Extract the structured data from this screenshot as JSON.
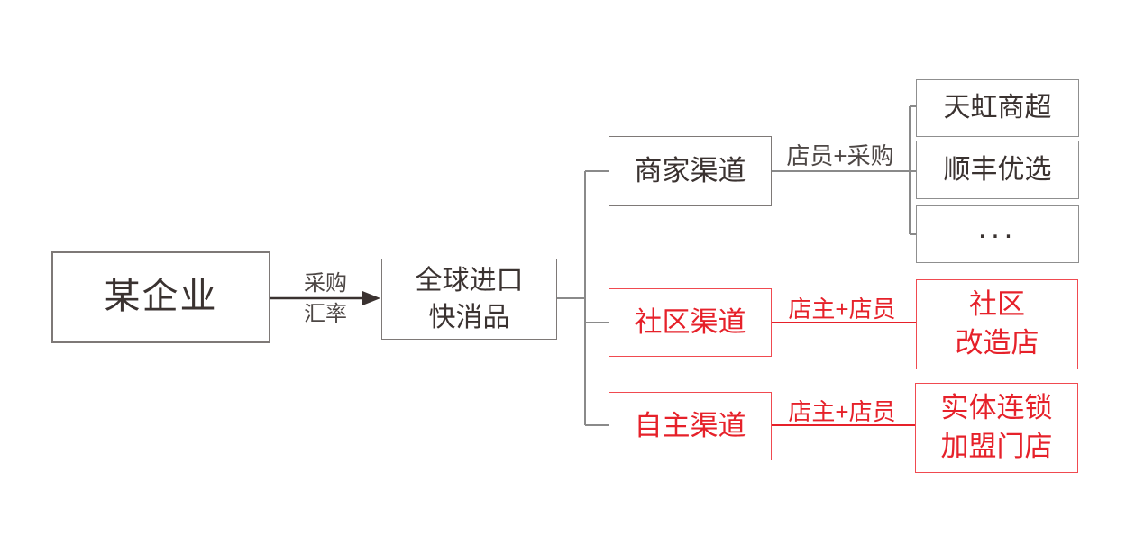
{
  "palette": {
    "dark": "#3a3230",
    "label_dark": "#4d4745",
    "gray_line": "#8a8a8a",
    "border_gray": "#7e7977",
    "red": "#e6212a",
    "red_border": "#f04a50",
    "bg": "#ffffff"
  },
  "nodes": {
    "company": {
      "label": "某企业"
    },
    "product": {
      "label": "全球进口\n快消品"
    },
    "merchant_channel": {
      "label": "商家渠道"
    },
    "community_channel": {
      "label": "社区渠道"
    },
    "independent_channel": {
      "label": "自主渠道"
    },
    "tianhong": {
      "label": "天虹商超"
    },
    "sf_select": {
      "label": "顺丰优选"
    },
    "more": {
      "label": "..."
    },
    "community_store": {
      "label": "社区\n改造店"
    },
    "franchise_store": {
      "label": "实体连锁\n加盟门店"
    }
  },
  "edges": {
    "procurement": {
      "top_label": "采购",
      "bottom_label": "汇率"
    },
    "merchant": {
      "label": "店员+采购"
    },
    "community": {
      "label": "店主+店员"
    },
    "independent": {
      "label": "店主+店员"
    }
  }
}
